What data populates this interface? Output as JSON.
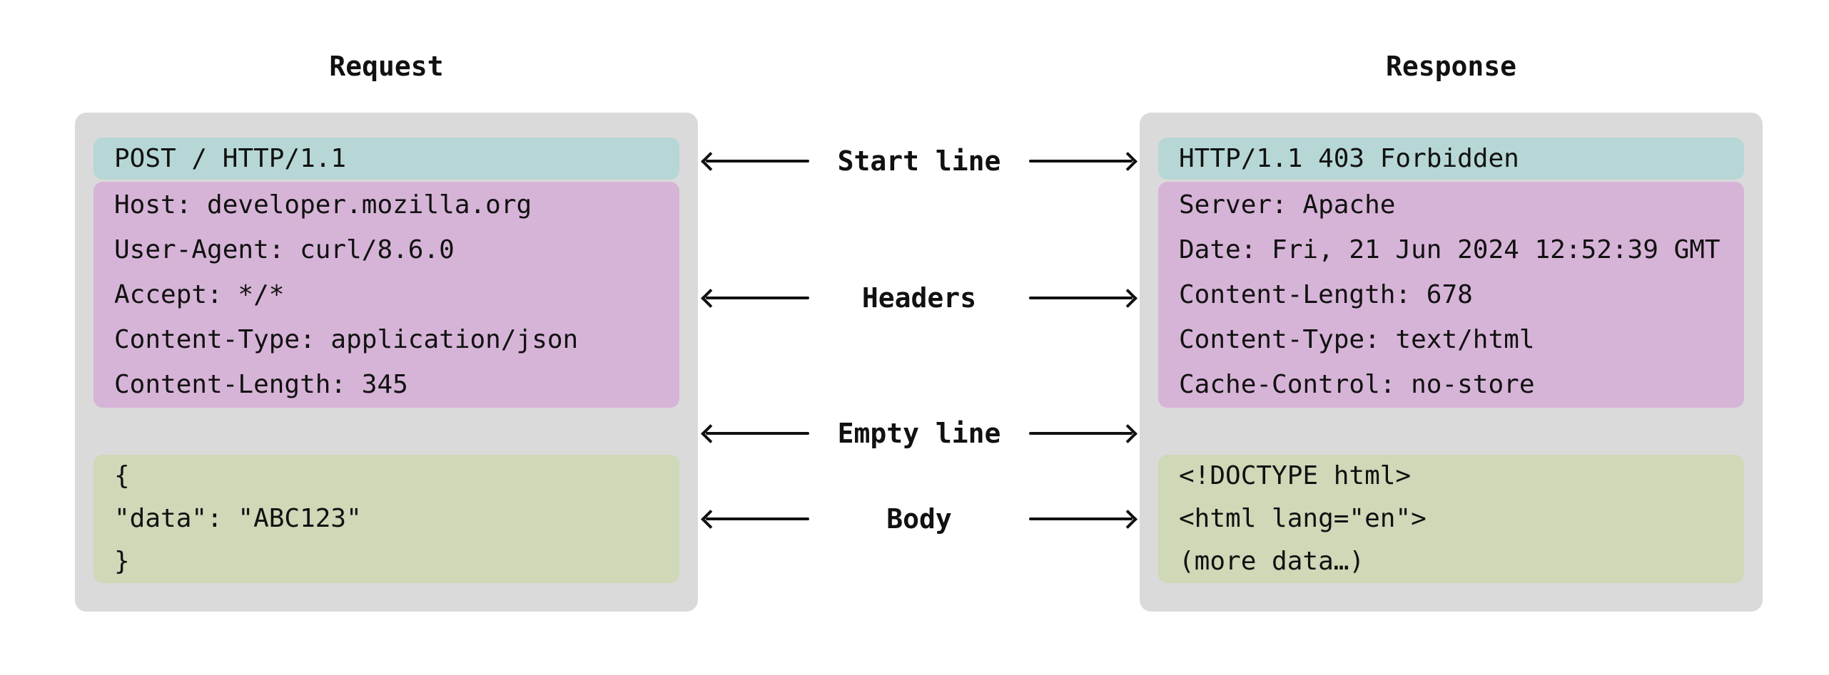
{
  "colors": {
    "canvas_bg": "#ffffff",
    "panel_bg": "#dadada",
    "start_line_bg": "#b6d7d5",
    "headers_bg": "#d6b4d7",
    "body_bg": "#cfd8b7",
    "text": "#111111",
    "arrow": "#111111"
  },
  "request": {
    "title": "Request",
    "start_line": "POST / HTTP/1.1",
    "headers": [
      "Host: developer.mozilla.org",
      "User-Agent: curl/8.6.0",
      "Accept: */*",
      "Content-Type: application/json",
      "Content-Length: 345"
    ],
    "body": [
      "{",
      "\"data\": \"ABC123\"",
      "}"
    ]
  },
  "response": {
    "title": "Response",
    "start_line": "HTTP/1.1 403 Forbidden",
    "headers": [
      "Server: Apache",
      "Date: Fri, 21 Jun 2024 12:52:39 GMT",
      "Content-Length: 678",
      "Content-Type: text/html",
      "Cache-Control: no-store"
    ],
    "body": [
      "<!DOCTYPE html>",
      "<html lang=\"en\">",
      "(more data…)"
    ]
  },
  "labels": [
    {
      "id": "start-line",
      "text": "Start line"
    },
    {
      "id": "headers",
      "text": "Headers"
    },
    {
      "id": "empty-line",
      "text": "Empty line"
    },
    {
      "id": "body",
      "text": "Body"
    }
  ]
}
